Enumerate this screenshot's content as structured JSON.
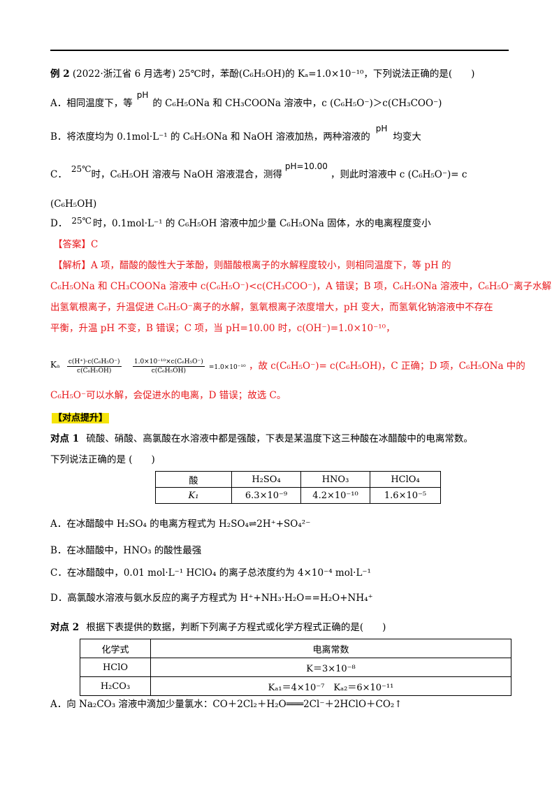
{
  "example": {
    "label": "例 2",
    "stem": "(2022·浙江省 6 月选考) 25℃时，苯酚(C₆H₅OH)的 Kₐ=1.0×10⁻¹⁰，下列说法正确的是(　　)",
    "a_pre": "A．相同温度下，等",
    "a_tag": "pH",
    "a_post": "的 C₆H₅ONa 和 CH₃COONa 溶液中，c (C₆H₅O⁻)＞c(CH₃COO⁻)",
    "b_pre": "B．将浓度均为 0.1mol·L⁻¹ 的 C₆H₅ONa 和 NaOH 溶液加热，两种溶液的",
    "b_tag": "pH",
    "b_post": "均变大",
    "c_label": "C．",
    "c_temp": "25℃",
    "c_mid": "时，C₆H₅OH 溶液与 NaOH 溶液混合，测得",
    "c_tag": "pH=10.00",
    "c_post": "，则此时溶液中 c (C₆H₅O⁻)= c",
    "c_tail": "(C₆H₅OH)",
    "d_label": "D．",
    "d_temp": "25℃",
    "d_post": "时，0.1mol·L⁻¹ 的 C₆H₅OH 溶液中加少量 C₆H₅ONa 固体，水的电离程度变小",
    "answer": "【答案】C",
    "analysis_1": "【解析】A 项，醋酸的酸性大于苯酚，则醋酸根离子的水解程度较小，则相同温度下，等 pH 的",
    "analysis_2": "C₆H₅ONa 和 CH₃COONa 溶液中 c(C₆H₅O⁻)<c(CH₃COO⁻)，A 错误；B 项，C₆H₅ONa 溶液中，C₆H₅O⁻离子水解",
    "analysis_3": "出氢氧根离子，升温促进 C₆H₅O⁻离子的水解，氢氧根离子浓度增大，pH 变大，而氢氧化钠溶液中不存在",
    "analysis_4": "平衡，升温 pH 不变，B 错误；C 项，当 pH=10.00 时，c(OH⁻)=1.0×10⁻¹⁰，",
    "ka": "Kₐ",
    "frac1_num": "c(H⁺)·c(C₆H₅O⁻)",
    "frac1_den": "c(C₆H₅OH)",
    "frac2_num": "1.0×10⁻¹⁰×c(C₆H₅O⁻)",
    "frac2_den": "c(C₆H₅OH)",
    "eq_result": "=1.0×10⁻¹⁰",
    "analysis_5": "，故 c(C₆H₅O⁻)= c(C₆H₅OH)，C 正确；D 项，C₆H₅ONa 中的",
    "analysis_6": "C₆H₅O⁻可以水解，会促进水的电离，D 错误；故选 C。"
  },
  "section_title": "【对点提升】",
  "q1": {
    "label": "对点 1",
    "stem1": "硫酸、硝酸、高氯酸在水溶液中都是强酸，下表是某温度下这三种酸在冰醋酸中的电离常数。",
    "stem2": "下列说法正确的是 (　　)",
    "table_header": [
      "酸",
      "H₂SO₄",
      "HNO₃",
      "HClO₄"
    ],
    "table_row": [
      "K₁",
      "6.3×10⁻⁹",
      "4.2×10⁻¹⁰",
      "1.6×10⁻⁵"
    ],
    "a": "A．在冰醋酸中 H₂SO₄ 的电离方程式为 H₂SO₄⇌2H⁺+SO₄²⁻",
    "b": "B．在冰醋酸中，HNO₃ 的酸性最强",
    "c": "C．在冰醋酸中，0.01 mol·L⁻¹ HClO₄ 的离子总浓度约为 4×10⁻⁴ mol·L⁻¹",
    "d": "D．高氯酸水溶液与氨水反应的离子方程式为 H⁺+NH₃·H₂O==H₂O+NH₄⁺"
  },
  "q2": {
    "label": "对点 2",
    "stem": "根据下表提供的数据，判断下列离子方程式或化学方程式正确的是(　　)",
    "table_header": [
      "化学式",
      "电离常数"
    ],
    "rows": [
      [
        "HClO",
        "K＝3×10⁻⁸"
      ],
      [
        "H₂CO₃",
        "Kₐ₁＝4×10⁻⁷　Kₐ₂＝6×10⁻¹¹"
      ]
    ],
    "a": "A．向 Na₂CO₃ 溶液中滴加少量氯水：CO＋2Cl₂＋H₂O═══2Cl⁻＋2HClO＋CO₂↑"
  }
}
